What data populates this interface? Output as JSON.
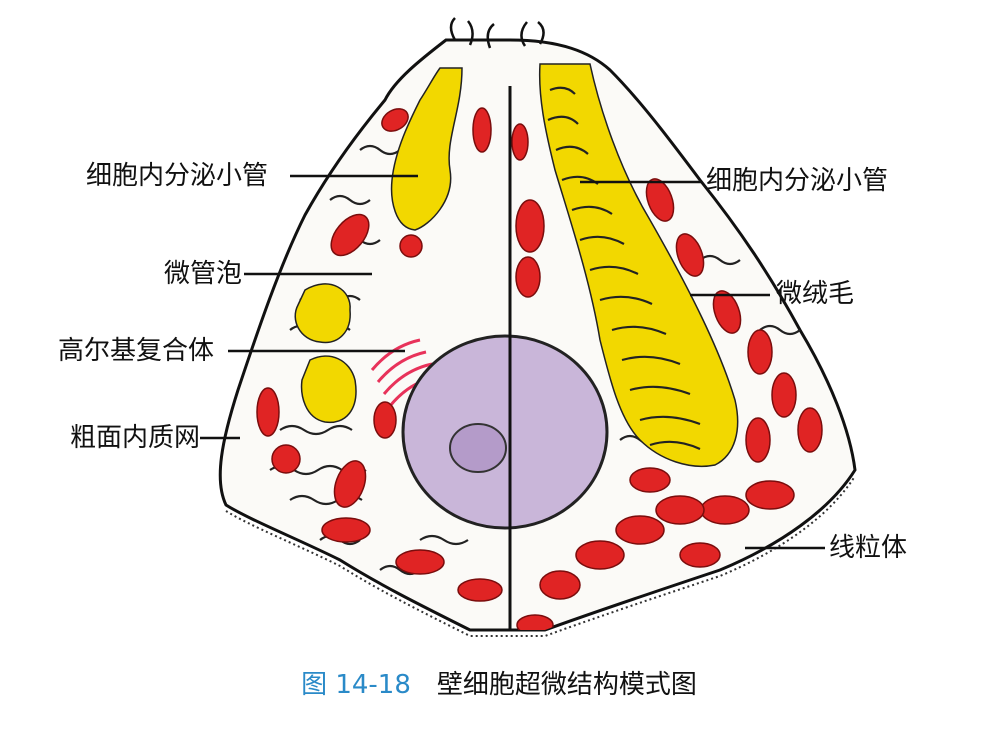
{
  "labels_left": [
    {
      "id": "secretory-canaliculus-left",
      "text": "细胞内分泌小管"
    },
    {
      "id": "tubulovesicle",
      "text": "微管泡"
    },
    {
      "id": "golgi-complex",
      "text": "高尔基复合体"
    },
    {
      "id": "rough-er",
      "text": "粗面内质网"
    }
  ],
  "labels_right": [
    {
      "id": "secretory-canaliculus-right",
      "text": "细胞内分泌小管"
    },
    {
      "id": "microvilli",
      "text": "微绒毛"
    },
    {
      "id": "mitochondrion",
      "text": "线粒体"
    }
  ],
  "caption": {
    "figure_number": "图 14-18",
    "title": "壁细胞超微结构模式图"
  },
  "colors": {
    "canaliculus": "#f2d800",
    "mitochondria": "#e02424",
    "nucleus": "#c9b6d9",
    "golgi": "#e8325a",
    "outline": "#111111",
    "caption_number": "#2a8ac8"
  }
}
